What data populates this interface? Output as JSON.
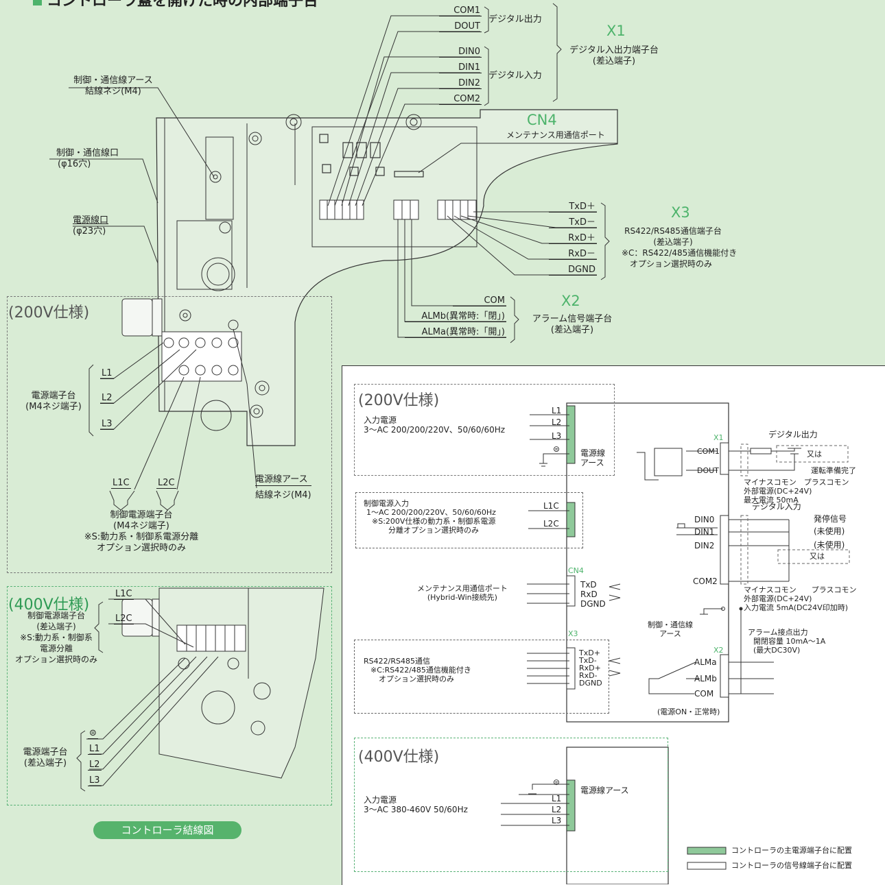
{
  "title": "コントローラ蓋を開けた時の内部端子台",
  "photo": {
    "x1": {
      "title": "X1",
      "desc": [
        "デジタル入出力端子台",
        "(差込端子)"
      ],
      "digital_out_label": "デジタル出力",
      "digital_in_label": "デジタル入力",
      "terminals": [
        "COM1",
        "DOUT",
        "DIN0",
        "DIN1",
        "DIN2",
        "COM2"
      ]
    },
    "cn4": {
      "title": "CN4",
      "desc": "メンテナンス用通信ポート"
    },
    "x3": {
      "title": "X3",
      "desc": [
        "RS422/RS485通信端子台",
        "(差込端子)",
        "※C：RS422/485通信機能付き",
        "オプション選択時のみ"
      ],
      "terminals": [
        "TxD＋",
        "TxD－",
        "RxD＋",
        "RxD－",
        "DGND"
      ]
    },
    "x2": {
      "title": "X2",
      "desc": [
        "アラーム信号端子台",
        "(差込端子)"
      ],
      "terminals": [
        "COM",
        "ALMb(異常時:「閉」)",
        "ALMa(異常時:「開」)"
      ]
    },
    "left_labels": {
      "earth_screw": [
        "制御・通信線アース",
        "結線ネジ(M4)"
      ],
      "comm_port": [
        "制御・通信線口",
        "(φ16穴)"
      ],
      "power_port": [
        "電源線口",
        "(φ23穴)"
      ]
    },
    "spec200": {
      "heading": "(200V仕様)",
      "power_tb": [
        "電源端子台",
        "(M4ネジ端子)"
      ],
      "terminals": [
        "L1",
        "L2",
        "L3"
      ],
      "ctrl_terminals": [
        "L1C",
        "L2C"
      ],
      "earth_screw": [
        "電源線アース",
        "結線ネジ(M4)"
      ],
      "ctrl_tb": [
        "制御電源端子台",
        "(M4ネジ端子)",
        "※S:動力系・制御系電源分離",
        "オプション選択時のみ"
      ]
    },
    "spec400": {
      "heading": "(400V仕様)",
      "ctrl_tb": [
        "制御電源端子台",
        "(差込端子)",
        "※S:動力系・制御系",
        "電源分離",
        "オプション選択時のみ"
      ],
      "ctrl_terminals": [
        "L1C",
        "L2C"
      ],
      "power_tb": [
        "電源端子台",
        "(差込端子)"
      ],
      "terminals": [
        "⊜",
        "L1",
        "L2",
        "L3"
      ]
    },
    "wiring_label": "コントローラ結線図"
  },
  "schematic": {
    "s200": {
      "heading": "(200V仕様)",
      "input_power": [
        "入力電源",
        "3～AC 200/200/220V、50/60/60Hz"
      ],
      "terminals": [
        "L1",
        "L2",
        "L3",
        "⊜"
      ],
      "earth_label": [
        "電源線",
        "アース"
      ]
    },
    "ctrl_power": {
      "lines": [
        "制御電源入力",
        "1～AC 200/200/220V、50/60/60Hz",
        "※S:200V仕様の動力系・制御系電源",
        "分離オプション選択時のみ"
      ],
      "terminals": [
        "L1C",
        "L2C"
      ]
    },
    "x1": {
      "label": "X1",
      "out_terminals": [
        "COM1",
        "DOUT"
      ],
      "in_terminals": [
        "DIN0",
        "DIN1",
        "DIN2",
        "COM2"
      ],
      "digital_out": "デジタル出力",
      "or_text": "又は",
      "ready": "運転準備完了",
      "out_spec": [
        "マイナスコモン　プラスコモン",
        "外部電源(DC+24V)",
        "最大電流 50mA"
      ],
      "digital_in": "デジタル入力",
      "in_signals": [
        "発停信号",
        "(未使用)",
        "(未使用)"
      ],
      "in_spec": [
        "マイナスコモン　　プラスコモン",
        "外部電源(DC+24V)",
        "入力電流 5mA(DC24V印加時)"
      ]
    },
    "cn4": {
      "label": "CN4",
      "desc": [
        "メンテナンス用通信ポート",
        "(Hybrid-Win接続先)"
      ],
      "terminals": [
        "TxD",
        "RxD",
        "DGND"
      ]
    },
    "ctrl_earth": [
      "制御・通信線",
      "アース"
    ],
    "x3": {
      "label": "X3",
      "desc": [
        "RS422/RS485通信",
        "※C:RS422/485通信機能付き",
        "オプション選択時のみ"
      ],
      "terminals": [
        "TxD+",
        "TxD-",
        "RxD+",
        "RxD-",
        "DGND"
      ]
    },
    "x2": {
      "label": "X2",
      "alarm": [
        "アラーム接点出力",
        "開閉容量 10mA～1A",
        "(最大DC30V)"
      ],
      "terminals": [
        "ALMa",
        "ALMb",
        "COM"
      ],
      "state": "(電源ON・正常時)"
    },
    "s400": {
      "heading": "(400V仕様)",
      "input_power": [
        "入力電源",
        "3～AC 380-460V 50/60Hz"
      ],
      "terminals": [
        "⊜",
        "L1",
        "L2",
        "L3"
      ],
      "earth_label": "電源線アース"
    },
    "legend": [
      "コントローラの主電源端子台に配置",
      "コントローラの信号線端子台に配置"
    ],
    "colors": {
      "main_tb": "#8fc99a",
      "signal_tb": "#ffffff",
      "accent": "#4db36b"
    }
  }
}
